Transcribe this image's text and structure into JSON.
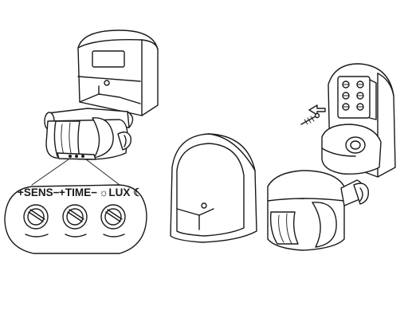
{
  "figure": {
    "dial_labels": {
      "sens": "+SENS−",
      "time": "+TIME−",
      "lux": "☼LUX ☾"
    },
    "icons": [
      "sun-icon",
      "moon-icon",
      "screw-icon",
      "arrow-icon"
    ],
    "colors": {
      "line": "#1a1a1a",
      "background": "#ffffff"
    }
  }
}
